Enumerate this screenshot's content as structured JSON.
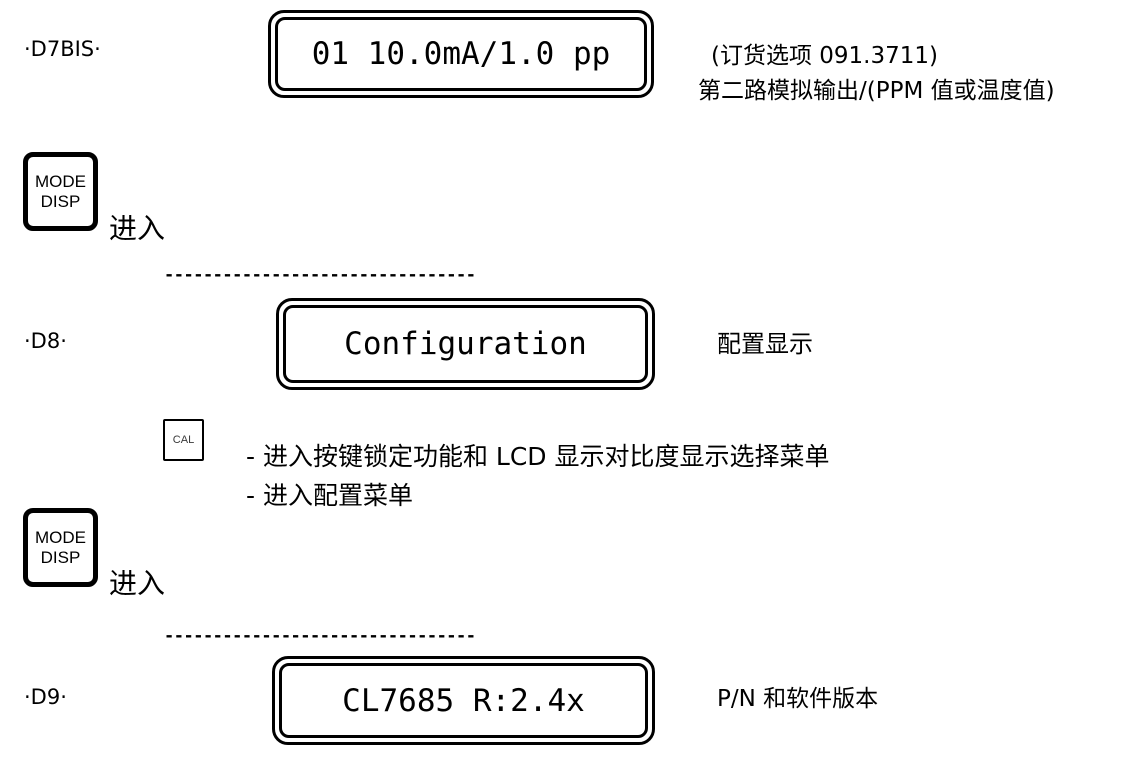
{
  "document": {
    "background": "#ffffff",
    "ink": "#000000",
    "d7bis": {
      "label": "·D7BIS·",
      "display": "01 10.0mA/1.0 pp",
      "note_line1": "(订货选项 091.3711)",
      "note_line2": "第二路模拟输出/(PPM 值或温度值)"
    },
    "step1": {
      "key_top": "MODE",
      "key_bottom": "DISP",
      "action": "进入"
    },
    "separator1": "--------------------------------",
    "d8": {
      "label": "·D8·",
      "display": "Configuration",
      "note": "配置显示"
    },
    "cal": {
      "key": "CAL",
      "note1": "- 进入按键锁定功能和 LCD 显示对比度显示选择菜单",
      "note2": "- 进入配置菜单"
    },
    "step2": {
      "key_top": "MODE",
      "key_bottom": "DISP",
      "action": "进入"
    },
    "separator2": "--------------------------------",
    "d9": {
      "label": "·D9·",
      "display": "CL7685 R:2.4x",
      "note": "P/N 和软件版本"
    }
  }
}
